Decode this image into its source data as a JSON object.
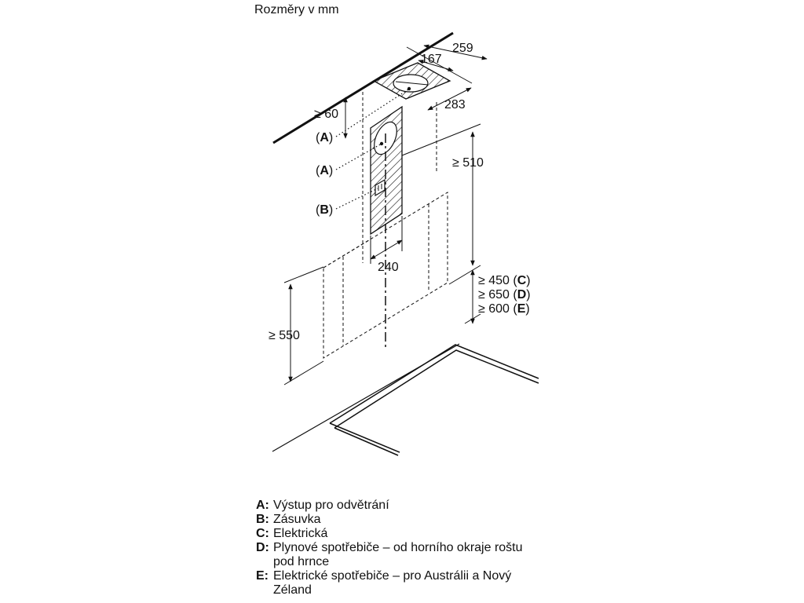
{
  "title": "Rozměry v mm",
  "dimensions": {
    "d259": "259",
    "d167": "167",
    "d283": "283",
    "ge60": "≥ 60",
    "ge510": "≥ 510",
    "d240": "240",
    "ge550": "≥ 550",
    "ge450": "≥ 450",
    "ge650": "≥ 650",
    "ge600": "≥ 600"
  },
  "markers": {
    "A": "A",
    "B": "B",
    "C": "C",
    "D": "D",
    "E": "E"
  },
  "legend": [
    {
      "key": "A:",
      "text": "Výstup pro odvětrání"
    },
    {
      "key": "B:",
      "text": "Zásuvka"
    },
    {
      "key": "C:",
      "text": "Elektrická"
    },
    {
      "key": "D:",
      "text": "Plynové spotřebiče – od horního okraje roštu pod hrnce"
    },
    {
      "key": "E:",
      "text": "Elektrické spotřebiče – pro Austrálii a Nový Zéland"
    }
  ]
}
